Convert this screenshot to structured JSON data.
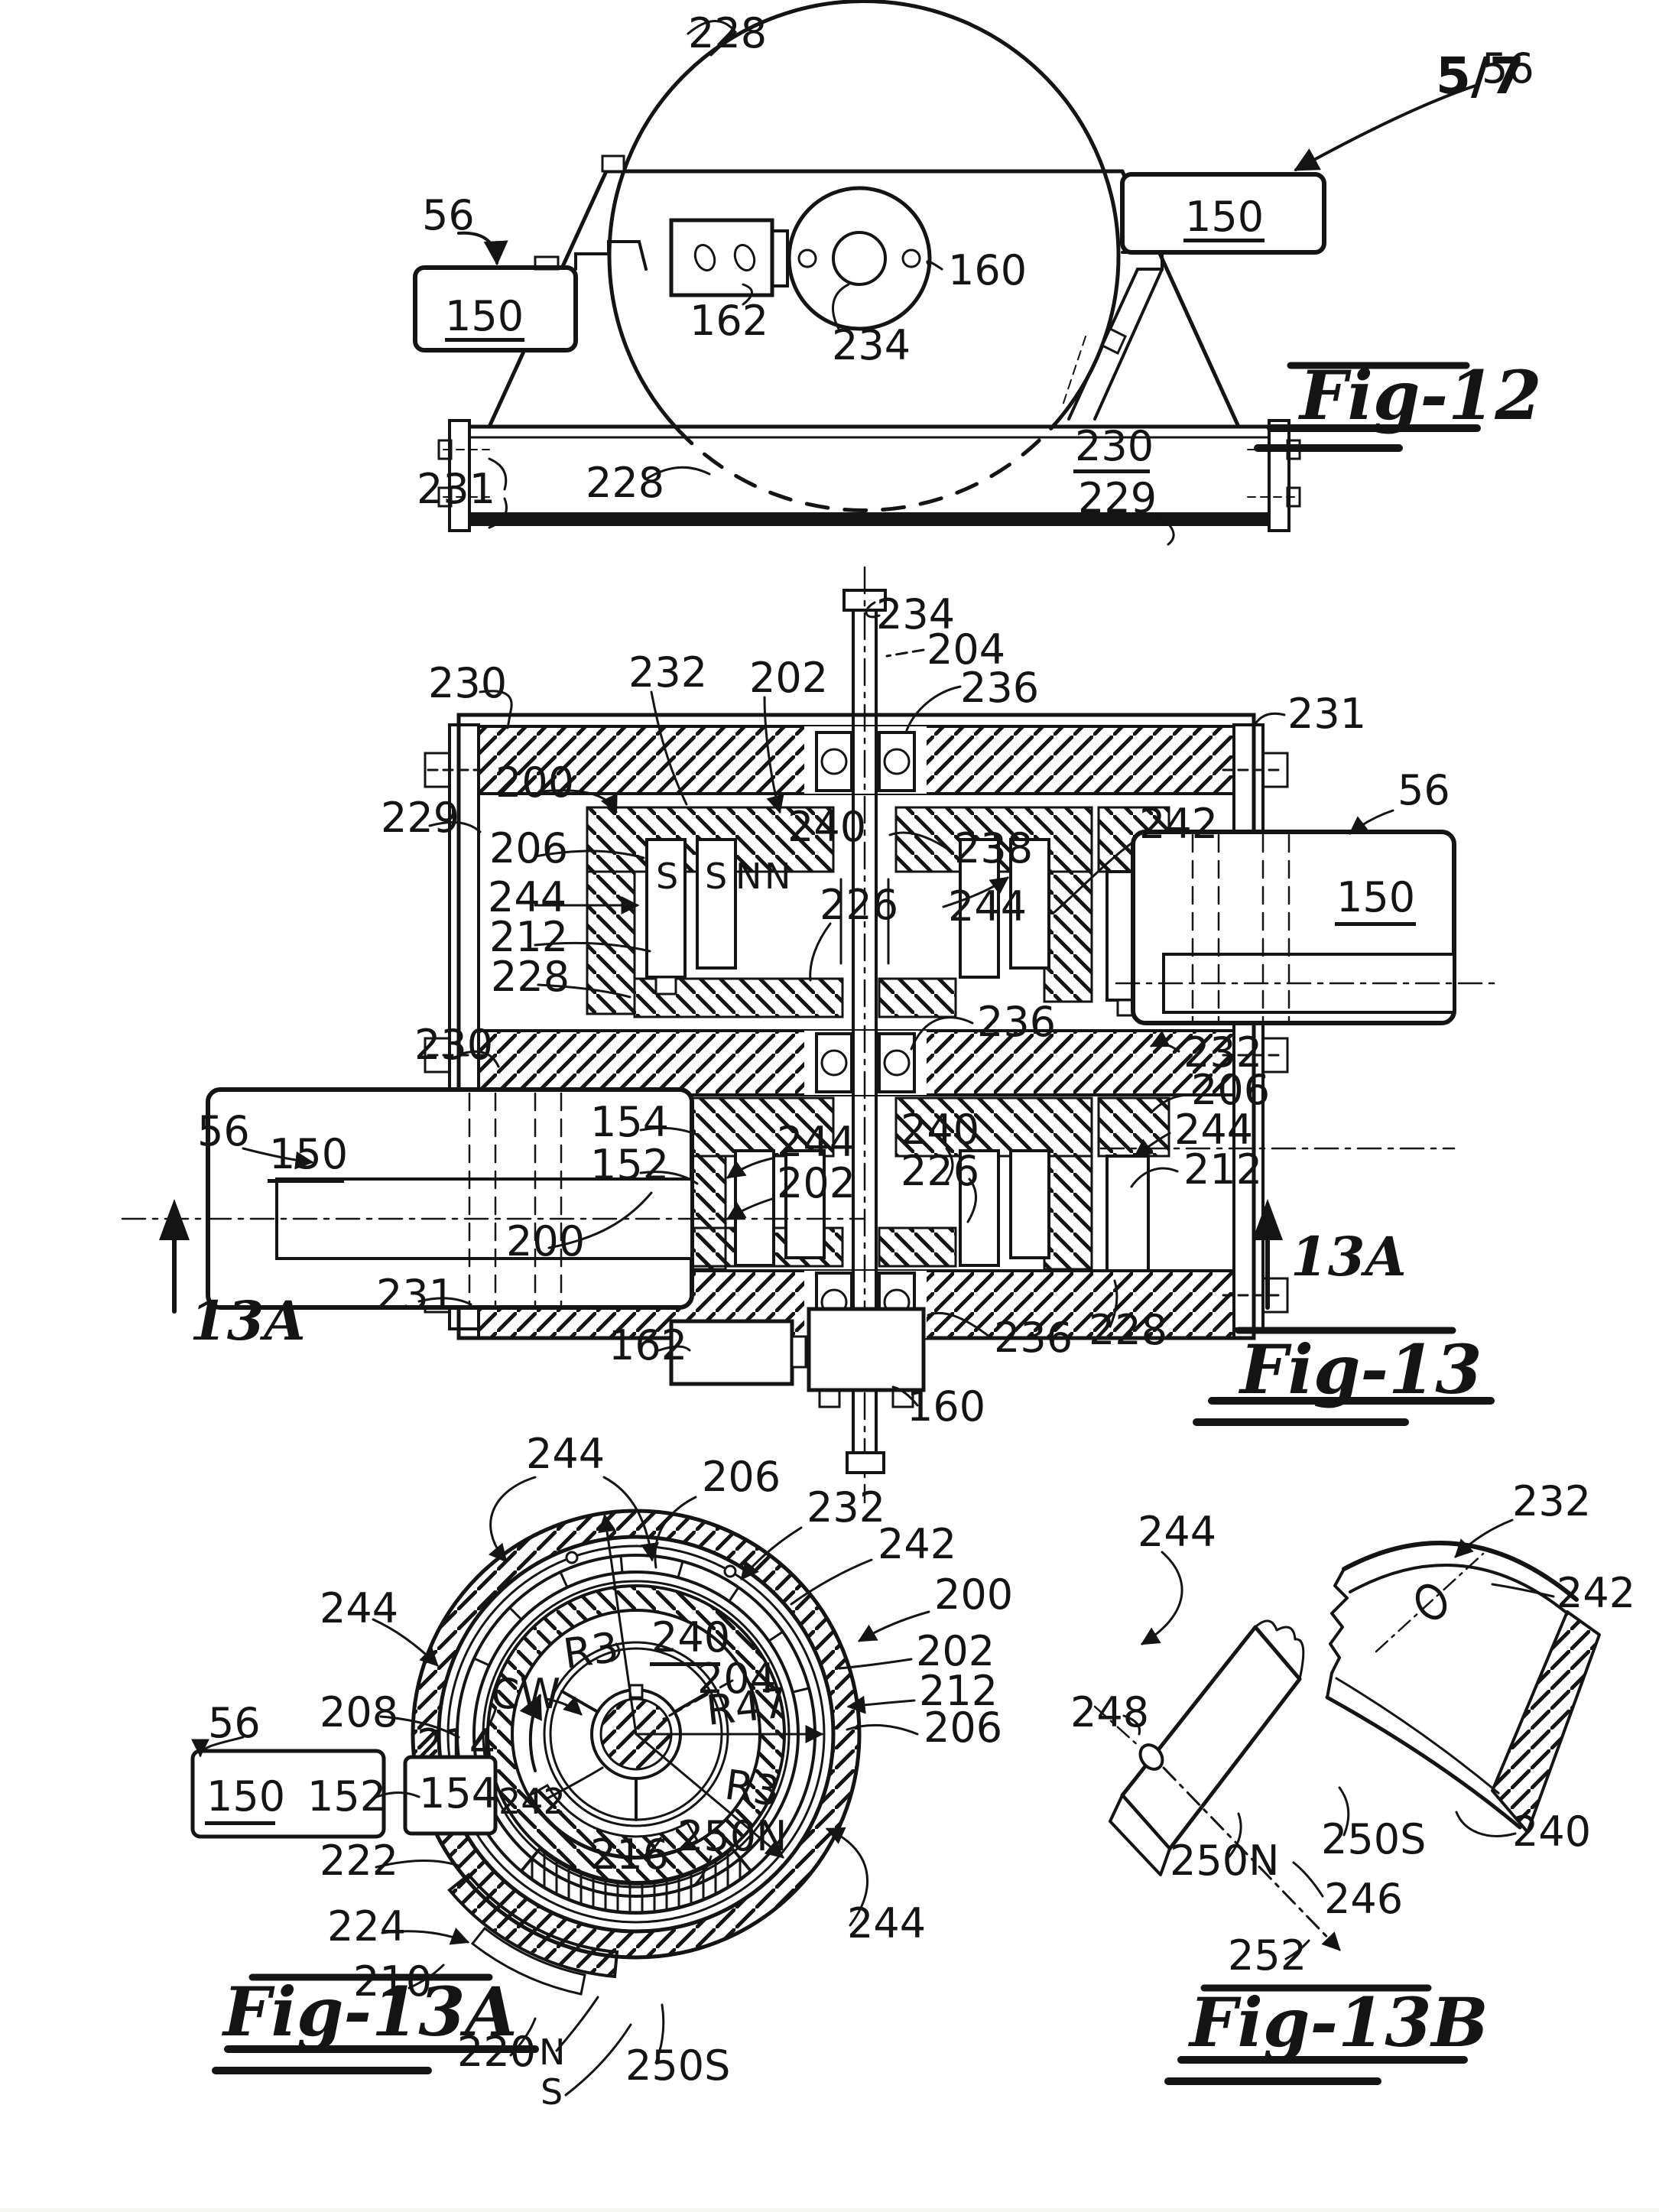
{
  "page": {
    "sheet_number": "5/7"
  },
  "fig12": {
    "caption": "Fig-12",
    "refs": {
      "r56_left": "56",
      "r150_left": "150",
      "r228_top": "228",
      "r162": "162",
      "r160": "160",
      "r234": "234",
      "r56_right": "56",
      "r150_right": "150",
      "r231": "231",
      "r228_bottom": "228",
      "r230": "230",
      "r229": "229"
    }
  },
  "fig13": {
    "caption": "Fig-13",
    "section_label": "13A",
    "pole_letters": {
      "p1": "S",
      "p2": "S",
      "p3": "N",
      "p4": "N"
    },
    "refs": {
      "r234": "234",
      "r204": "204",
      "r236_top": "236",
      "r230_top": "230",
      "r232_top": "232",
      "r202_top": "202",
      "r231_top": "231",
      "r229": "229",
      "r200_up": "200",
      "r206_up": "206",
      "r244_up": "244",
      "r212_up": "212",
      "r228_up": "228",
      "r240_up": "240",
      "r226_up": "226",
      "r238": "238",
      "r244_upright": "244",
      "r242": "242",
      "r56_right": "56",
      "r150_right": "150",
      "r230_mid": "230",
      "r236_mid": "236",
      "r232_low": "232",
      "r206_low": "206",
      "r154": "154",
      "r152": "152",
      "r244_lowleft": "244",
      "r202_low": "202",
      "r240_low": "240",
      "r226_low": "226",
      "r244_lowright": "244",
      "r212_low": "212",
      "r56_left": "56",
      "r150_left": "150",
      "r200_low": "200",
      "r231_bottom": "231",
      "r162": "162",
      "r160": "160",
      "r236_bottom": "236",
      "r228_bottom": "228"
    }
  },
  "fig13a": {
    "caption": "Fig-13A",
    "refs": {
      "r244_top": "244",
      "r206_topright": "206",
      "r232": "232",
      "r242_right": "242",
      "r200": "200",
      "r202": "202",
      "r212": "212",
      "r206_right": "206",
      "r244_left": "244",
      "r208": "208",
      "r214": "214",
      "r56": "56",
      "r150": "150",
      "r152": "152",
      "r154": "154",
      "r242_hub": "242",
      "r222": "222",
      "r224": "224",
      "r210": "210",
      "r220": "220",
      "pole_n": "N",
      "pole_s": "S",
      "r250s": "250S",
      "r216": "216",
      "r250n": "250N",
      "radius_r3_up": "R3",
      "rotation_cw": "CW",
      "r240": "240",
      "r204": "204",
      "radius_r47": "R47",
      "radius_r3_down": "R3",
      "r244_bottomright": "244"
    }
  },
  "fig13b": {
    "caption": "Fig-13B",
    "refs": {
      "r244": "244",
      "r232": "232",
      "r242": "242",
      "r248": "248",
      "r250n": "250N",
      "r250s": "250S",
      "r240": "240",
      "r246": "246",
      "r252": "252"
    }
  }
}
